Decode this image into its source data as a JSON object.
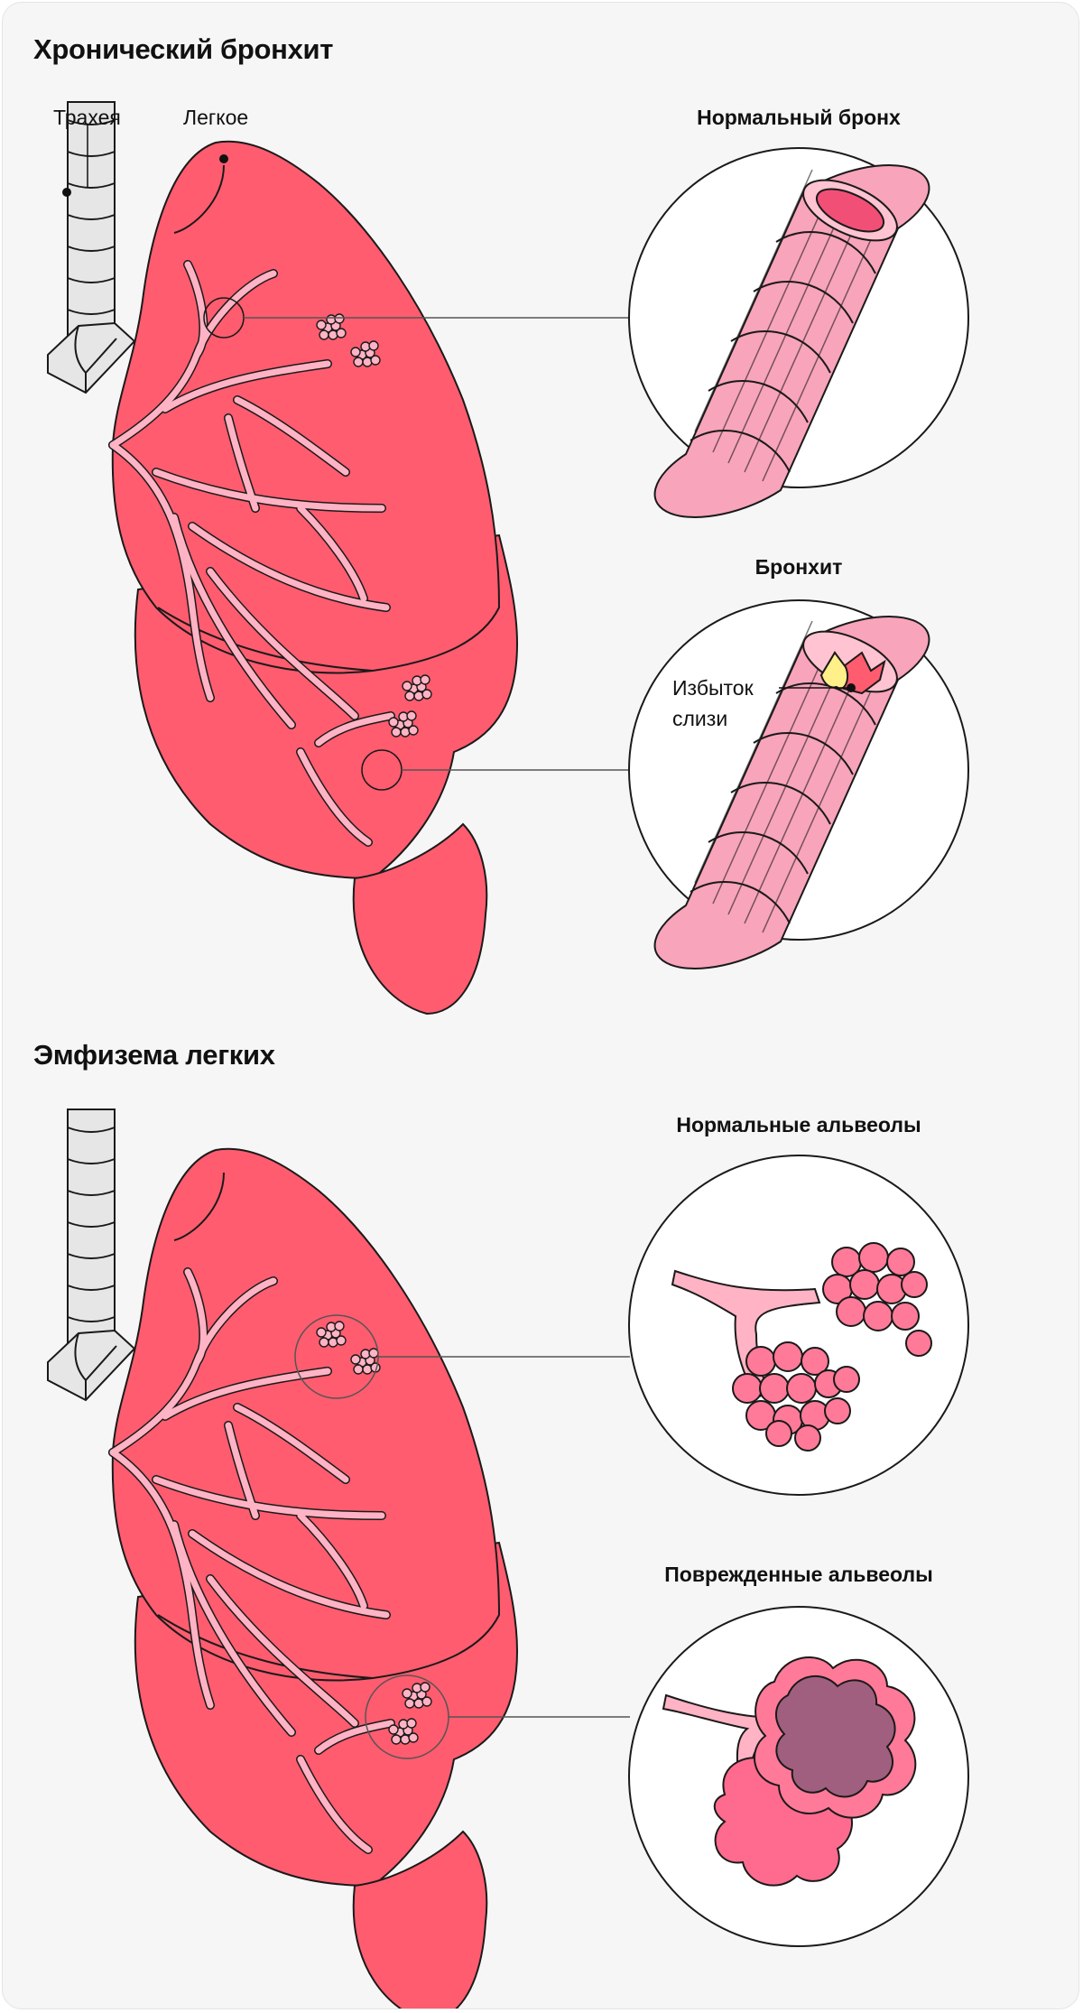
{
  "sections": [
    {
      "title": "Хронический бронхит",
      "labels": {
        "trachea": "Трахея",
        "lung": "Легкое",
        "mucus": [
          "Избыток",
          "слизи"
        ]
      },
      "panels": [
        {
          "heading": "Нормальный бронх"
        },
        {
          "heading": "Бронхит"
        }
      ]
    },
    {
      "title": "Эмфизема легких",
      "panels": [
        {
          "heading": "Нормальные альвеолы"
        },
        {
          "heading": "Поврежденные альвеолы"
        }
      ]
    }
  ],
  "colors": {
    "background": "#f6f6f6",
    "lung": "#ff5c6f",
    "bronchi": "#ffb3c4",
    "bronchus_tube": "#f8a4bb",
    "mucus": "#fff08a",
    "damaged_alveoli": "#a05f7e",
    "trachea": "#e6e6e6"
  }
}
